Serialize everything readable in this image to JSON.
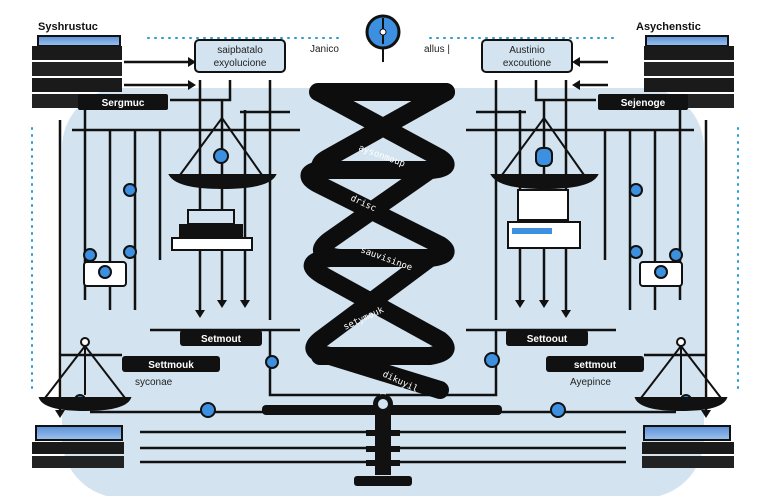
{
  "titles": {
    "left": "Syshrustuc",
    "right": "Asychenstic"
  },
  "top_boxes": {
    "left": [
      "saipbatalo",
      "exyolucione"
    ],
    "right": [
      "Austinio",
      "excoutione"
    ]
  },
  "top_labels": {
    "left": "Janico",
    "right": "allus |"
  },
  "tags": {
    "left_upper": "Sergmuc",
    "right_upper": "Sejenoge",
    "left_mid": "Setmout",
    "right_mid": "Settoout",
    "left_lower": "Settmouk",
    "right_lower": "settmout"
  },
  "captions": {
    "left": "syconae",
    "right": "Ayepince"
  },
  "helix_labels": [
    "aysonmoup",
    "drisc",
    "sauvisinoe",
    "setymouk",
    "dikuyil"
  ],
  "colors": {
    "accent": "#3d8fe0",
    "background_panel": "#d3e4f0",
    "ink": "#0d0d0d"
  }
}
